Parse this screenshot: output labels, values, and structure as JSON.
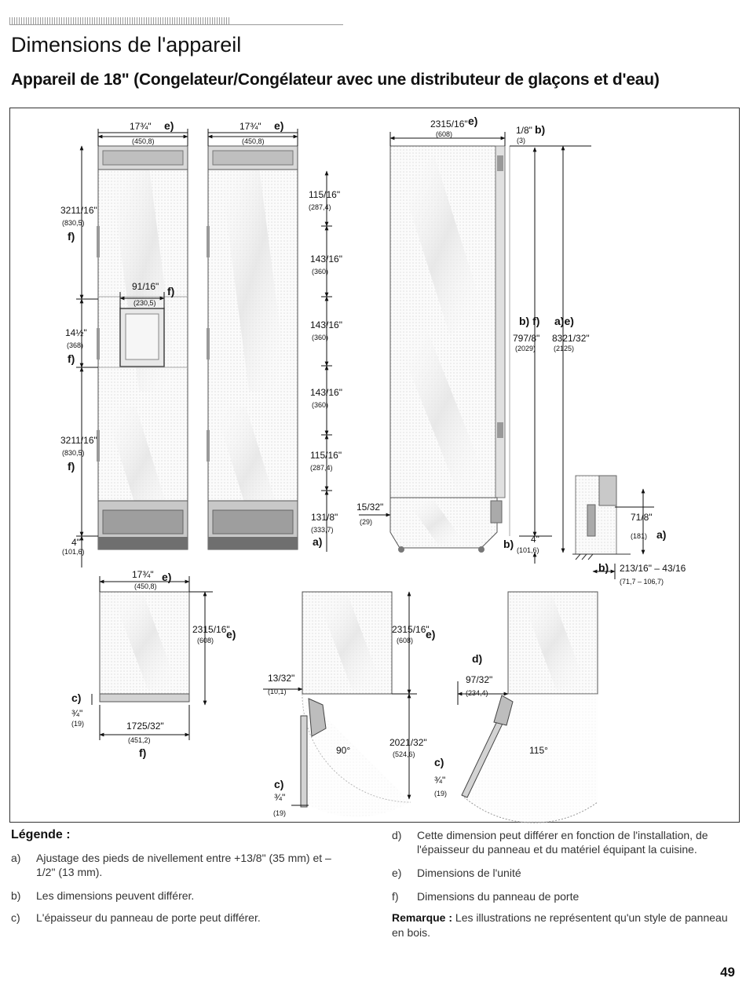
{
  "page": {
    "title": "Dimensions de l'appareil",
    "subtitle": "Appareil de 18\" (Congelateur/Congélateur avec une distributeur de glaçons et d'eau)",
    "page_number": "49"
  },
  "figure": {
    "front_view_1": {
      "width": "17¾\"",
      "width_mm": "(450,8)",
      "width_tag": "e)",
      "upper_h": "3211/16\"",
      "upper_h_mm": "(830,5)",
      "upper_tag": "f)",
      "mid_h": "14½\"",
      "mid_h_mm": "(368)",
      "mid_tag": "f)",
      "lower_h": "3211/16\"",
      "lower_h_mm": "(830,5)",
      "lower_tag": "f)",
      "base_h": "4\"",
      "base_h_mm": "(101,6)",
      "dispenser_w": "91/16\"",
      "dispenser_w_mm": "(230,5)",
      "dispenser_tag": "f)"
    },
    "front_view_2": {
      "width": "17¾\"",
      "width_mm": "(450,8)",
      "width_tag": "e)",
      "hinge_1": "115/16\"",
      "hinge_1_mm": "(287,4)",
      "hinge_2": "143/16\"",
      "hinge_2_mm": "(360)",
      "hinge_3": "143/16\"",
      "hinge_3_mm": "(360)",
      "hinge_4": "143/16\"",
      "hinge_4_mm": "(360)",
      "hinge_5": "115/16\"",
      "hinge_5_mm": "(287,4)",
      "bottom": "131/8\"",
      "bottom_mm": "(333,7)",
      "bottom_tag": "a)"
    },
    "side_view": {
      "depth": "2315/16\"",
      "depth_mm": "(608)",
      "depth_tag": "e)",
      "gap": "1/8\"",
      "gap_mm": "(3)",
      "gap_tag": "b)",
      "tags_1": "b) f)",
      "tags_2": "a)e)",
      "h_1": "797/8\"",
      "h_1_mm": "(2029)",
      "h_2": "8321/32\"",
      "h_2_mm": "(2125)",
      "toe": "15/32\"",
      "toe_mm": "(29)",
      "base": "4\"",
      "base_mm": "(101,6)",
      "base_tag": "b)"
    },
    "detail": {
      "h": "71/8\"",
      "h_mm": "(181)",
      "h_tag": "a)",
      "range": "213/16\" – 43/16",
      "range_mm": "(71,7 – 106,7)",
      "range_tag": "b)"
    },
    "top_view_1": {
      "width": "17¾\"",
      "width_mm": "(450,8)",
      "width_tag": "e)",
      "depth": "2315/16\"",
      "depth_mm": "(608)",
      "depth_tag": "e)",
      "c_tag": "c)",
      "panel": "¾\"",
      "panel_mm": "(19)",
      "panel_w": "1725/32\"",
      "panel_w_mm": "(451,2)",
      "panel_w_tag": "f)"
    },
    "top_view_2": {
      "depth": "2315/16\"",
      "depth_mm": "(608)",
      "depth_tag": "e)",
      "offset": "13/32\"",
      "offset_mm": "(10,1)",
      "swing": "2021/32\"",
      "swing_mm": "(524,6)",
      "angle": "90°",
      "c_tag": "c)",
      "panel": "¾\"",
      "panel_mm": "(19)"
    },
    "top_view_3": {
      "d_tag": "d)",
      "clear": "97/32\"",
      "clear_mm": "(234,4)",
      "angle": "115°",
      "c_tag": "c)",
      "panel": "¾\"",
      "panel_mm": "(19)"
    }
  },
  "legend": {
    "title": "Légende :",
    "items": [
      {
        "key": "a)",
        "text": "Ajustage des pieds de nivellement entre +13/8\" (35 mm) et –1/2\" (13 mm)."
      },
      {
        "key": "b)",
        "text": "Les dimensions peuvent différer."
      },
      {
        "key": "c)",
        "text": "L'épaisseur du panneau de porte peut différer."
      },
      {
        "key": "d)",
        "text": "Cette dimension peut différer en fonction de l'installation, de l'épaisseur du panneau et du matériel équipant la cuisine."
      },
      {
        "key": "e)",
        "text": "Dimensions de l'unité"
      },
      {
        "key": "f)",
        "text": "Dimensions du panneau de porte"
      }
    ],
    "note_label": "Remarque :",
    "note_text": "Les illustrations ne représentent qu'un style de panneau en bois."
  }
}
